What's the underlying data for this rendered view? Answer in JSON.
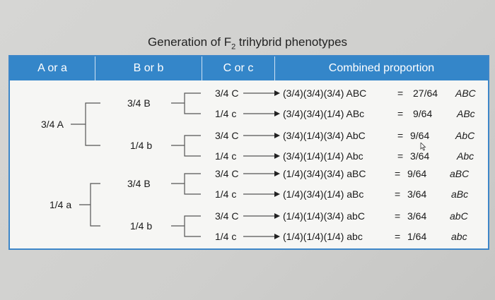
{
  "title": {
    "prefix": "Generation of F",
    "sub": "2",
    "suffix": " trihybrid phenotypes"
  },
  "headers": [
    "A or a",
    "B or b",
    "C or c",
    "Combined proportion"
  ],
  "a_labels": [
    "3/4 A",
    "1/4 a"
  ],
  "b_labels": [
    "3/4 B",
    "1/4 b",
    "3/4 B",
    "1/4 b"
  ],
  "rows": [
    {
      "c": "3/4 C",
      "expr": "(3/4)(3/4)(3/4) ABC",
      "eq": "=",
      "frac": "27/64",
      "pheno": "ABC"
    },
    {
      "c": "1/4 c",
      "expr": "(3/4)(3/4)(1/4) ABc",
      "eq": "=",
      "frac": "9/64",
      "pheno": "ABc"
    },
    {
      "c": "3/4 C",
      "expr": "(3/4)(1/4)(3/4) AbC",
      "eq": "=",
      "frac": "9/64",
      "pheno": "AbC"
    },
    {
      "c": "1/4 c",
      "expr": "(3/4)(1/4)(1/4) Abc",
      "eq": "=",
      "frac": "3/64",
      "pheno": "Abc"
    },
    {
      "c": "3/4 C",
      "expr": "(1/4)(3/4)(3/4) aBC",
      "eq": "=",
      "frac": "9/64",
      "pheno": "aBC"
    },
    {
      "c": "1/4 c",
      "expr": "(1/4)(3/4)(1/4) aBc",
      "eq": "=",
      "frac": "3/64",
      "pheno": "aBc"
    },
    {
      "c": "3/4 C",
      "expr": "(1/4)(1/4)(3/4) abC",
      "eq": "=",
      "frac": "3/64",
      "pheno": "abC"
    },
    {
      "c": "1/4 c",
      "expr": "(1/4)(1/4)(1/4) abc",
      "eq": "=",
      "frac": "1/64",
      "pheno": "abc"
    }
  ]
}
